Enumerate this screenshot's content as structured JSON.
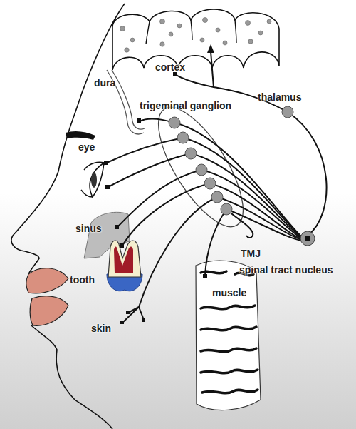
{
  "diagram": {
    "labels": [
      "cortex",
      "dura",
      "thalamus",
      "trigeminal ganglion",
      "eye",
      "sinus",
      "tooth",
      "TMJ",
      "spinal tract nucleus",
      "muscle",
      "skin"
    ]
  }
}
